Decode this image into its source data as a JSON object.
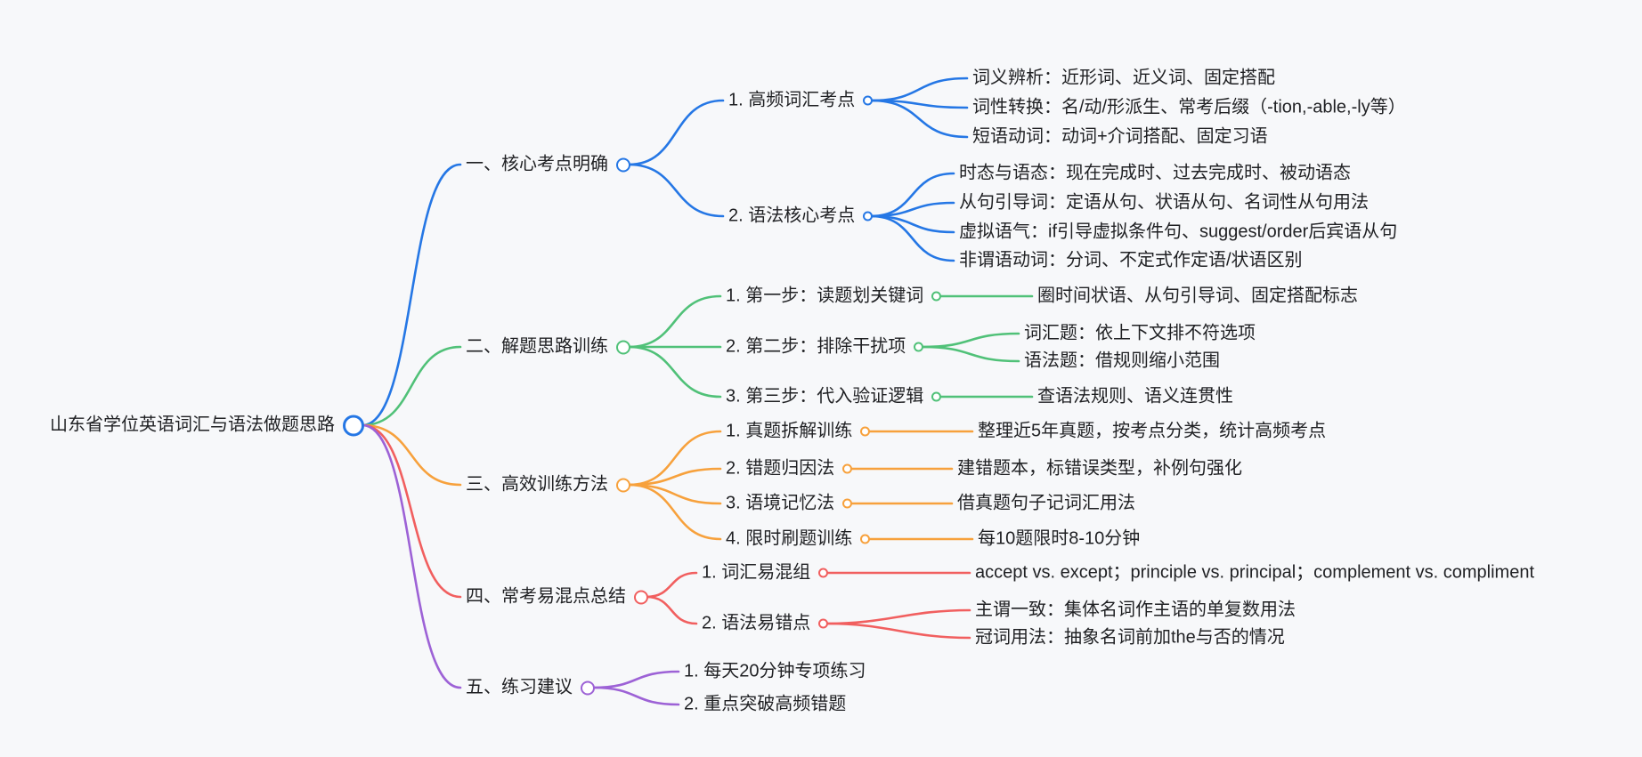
{
  "map": {
    "root": {
      "label": "山东省学位英语词汇与语法做题思路"
    },
    "branches": [
      {
        "label": "一、核心考点明确",
        "color": "#2577e5",
        "children": [
          {
            "label": "1. 高频词汇考点",
            "children": [
              {
                "label": "词义辨析：近形词、近义词、固定搭配"
              },
              {
                "label": "词性转换：名/动/形派生、常考后缀（-tion,-able,-ly等）"
              },
              {
                "label": "短语动词：动词+介词搭配、固定习语"
              }
            ]
          },
          {
            "label": "2. 语法核心考点",
            "children": [
              {
                "label": "时态与语态：现在完成时、过去完成时、被动语态"
              },
              {
                "label": "从句引导词：定语从句、状语从句、名词性从句用法"
              },
              {
                "label": "虚拟语气：if引导虚拟条件句、suggest/order后宾语从句"
              },
              {
                "label": "非谓语动词：分词、不定式作定语/状语区别"
              }
            ]
          }
        ]
      },
      {
        "label": "二、解题思路训练",
        "color": "#50c178",
        "children": [
          {
            "label": "1. 第一步：读题划关键词",
            "children": [
              {
                "label": "圈时间状语、从句引导词、固定搭配标志"
              }
            ]
          },
          {
            "label": "2. 第二步：排除干扰项",
            "children": [
              {
                "label": "词汇题：依上下文排不符选项"
              },
              {
                "label": "语法题：借规则缩小范围"
              }
            ]
          },
          {
            "label": "3. 第三步：代入验证逻辑",
            "children": [
              {
                "label": "查语法规则、语义连贯性"
              }
            ]
          }
        ]
      },
      {
        "label": "三、高效训练方法",
        "color": "#f7a13c",
        "children": [
          {
            "label": "1. 真题拆解训练",
            "children": [
              {
                "label": "整理近5年真题，按考点分类，统计高频考点"
              }
            ]
          },
          {
            "label": "2. 错题归因法",
            "children": [
              {
                "label": "建错题本，标错误类型，补例句强化"
              }
            ]
          },
          {
            "label": "3. 语境记忆法",
            "children": [
              {
                "label": "借真题句子记词汇用法"
              }
            ]
          },
          {
            "label": "4. 限时刷题训练",
            "children": [
              {
                "label": "每10题限时8-10分钟"
              }
            ]
          }
        ]
      },
      {
        "label": "四、常考易混点总结",
        "color": "#f15f5f",
        "children": [
          {
            "label": "1. 词汇易混组",
            "children": [
              {
                "label": "accept vs. except；principle vs. principal；complement vs. compliment"
              }
            ]
          },
          {
            "label": "2. 语法易错点",
            "children": [
              {
                "label": "主谓一致：集体名词作主语的单复数用法"
              },
              {
                "label": "冠词用法：抽象名词前加the与否的情况"
              }
            ]
          }
        ]
      },
      {
        "label": "五、练习建议",
        "color": "#9d62d6",
        "children": [
          {
            "label": "1. 每天20分钟专项练习"
          },
          {
            "label": "2. 重点突破高频错题"
          }
        ]
      }
    ]
  }
}
